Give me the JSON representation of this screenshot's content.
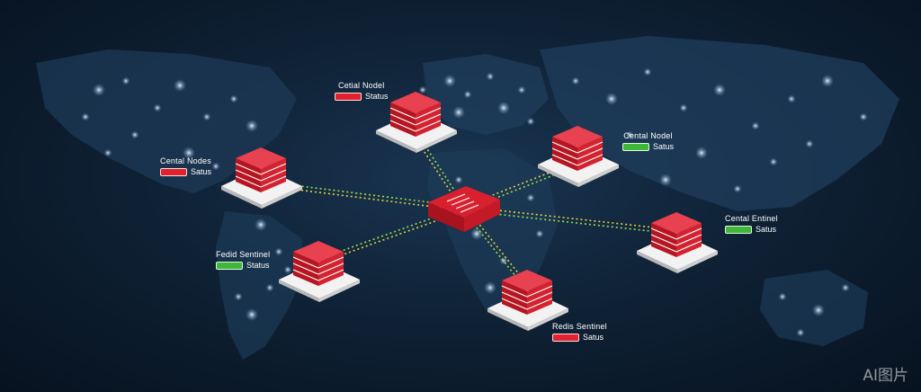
{
  "hub": {
    "color": "#d8202e"
  },
  "link_colors": {
    "green": "#9be04a",
    "yellow": "#e8d23c"
  },
  "nodes": [
    {
      "id": "top-left",
      "title": "Cental Nodes",
      "status_text": "Satus",
      "status_color": "#e0222f"
    },
    {
      "id": "top-center",
      "title": "Cetial Nodel",
      "status_text": "Status",
      "status_color": "#e0222f"
    },
    {
      "id": "top-right",
      "title": "Cental Nodel",
      "status_text": "Satus",
      "status_color": "#3fb83a"
    },
    {
      "id": "bottom-left",
      "title": "Fedid Sentinel",
      "status_text": "Status",
      "status_color": "#3fb83a"
    },
    {
      "id": "right",
      "title": "Cental Entinel",
      "status_text": "Satus",
      "status_color": "#3fb83a"
    },
    {
      "id": "bottom-center",
      "title": "Redis Sentinel",
      "status_text": "Satus",
      "status_color": "#e0222f"
    }
  ],
  "watermark": "AI图片"
}
